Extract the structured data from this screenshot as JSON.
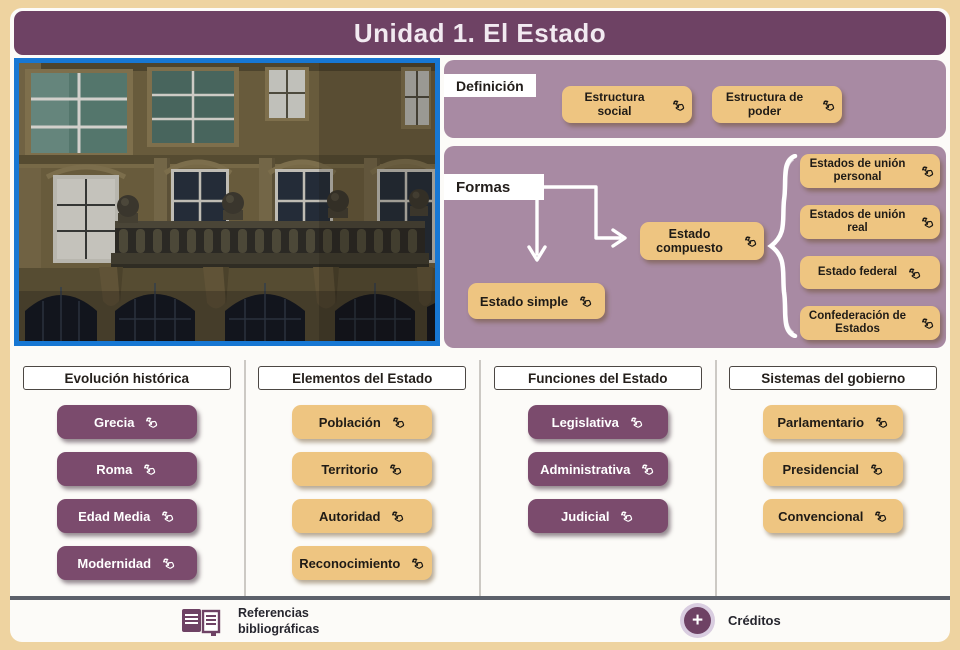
{
  "title": "Unidad 1. El Estado",
  "colors": {
    "frame_tan": "#eed3a0",
    "canvas_white": "#fcfbf8",
    "title_plum": "#6e4264",
    "panel_mauve": "#a88aa3",
    "tan_button": "#eec581",
    "purple_button": "#7b4b6d",
    "photo_border_blue": "#1777d3",
    "footer_divider_gray": "#5c616b"
  },
  "photo": {
    "description": "Fachada de piedra de un edificio clásico con balcón, balaustres y ventanales arqueados"
  },
  "definicion": {
    "label": "Definición",
    "buttons": [
      "Estructura social",
      "Estructura de poder"
    ]
  },
  "formas": {
    "label": "Formas",
    "simple": "Estado simple",
    "compuesto": "Estado compuesto",
    "tipos": [
      "Estados de unión personal",
      "Estados de unión real",
      "Estado federal",
      "Confederación de Estados"
    ]
  },
  "columns": [
    {
      "header": "Evolución histórica",
      "style": "purple",
      "items": [
        "Grecia",
        "Roma",
        "Edad Media",
        "Modernidad"
      ]
    },
    {
      "header": "Elementos del Estado",
      "style": "tan",
      "items": [
        "Población",
        "Territorio",
        "Autoridad",
        "Reconocimiento"
      ]
    },
    {
      "header": "Funciones del Estado",
      "style": "purple",
      "items": [
        "Legislativa",
        "Administrativa",
        "Judicial"
      ]
    },
    {
      "header": "Sistemas del gobierno",
      "style": "tan",
      "items": [
        "Parlamentario",
        "Presidencial",
        "Convencional"
      ]
    }
  ],
  "footer": {
    "references": "Referencias bibliográficas",
    "credits": "Créditos"
  }
}
